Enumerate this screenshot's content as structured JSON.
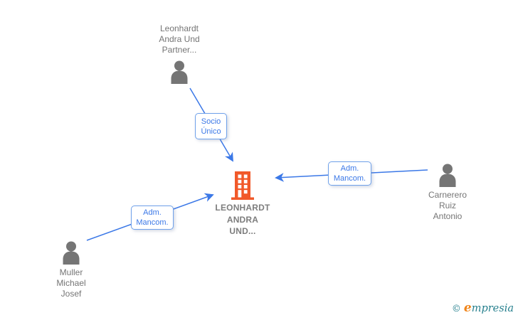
{
  "diagram": {
    "type": "ownership-network",
    "background": "#ffffff"
  },
  "nodes": {
    "top_person": {
      "label": "Leonhardt\nAndra Und\nPartner...",
      "type": "person"
    },
    "company": {
      "label": "LEONHARDT\nANDRA\nUND...",
      "type": "company"
    },
    "right_person": {
      "label": "Carnerero\nRuiz\nAntonio",
      "type": "person"
    },
    "left_person": {
      "label": "Muller\nMichael\nJosef",
      "type": "person"
    }
  },
  "edges": [
    {
      "from": "top_person",
      "to": "company",
      "label": "Socio\nÚnico"
    },
    {
      "from": "right_person",
      "to": "company",
      "label": "Adm.\nMancom."
    },
    {
      "from": "left_person",
      "to": "company",
      "label": "Adm.\nMancom."
    }
  ],
  "footer": {
    "copyright": "©",
    "brand_first": "e",
    "brand_rest": "mpresia"
  },
  "colors": {
    "edge_blue": "#3b78e7",
    "edge_label_border": "#6fa1ea",
    "edge_label_text": "#3b78e7",
    "person_icon_gray": "#757575",
    "person_text_gray": "#757575",
    "company_text_gray": "#7d7d7d",
    "building_orange": "#f1592a",
    "logo_teal": "#27808e",
    "logo_orange": "#f08419"
  }
}
